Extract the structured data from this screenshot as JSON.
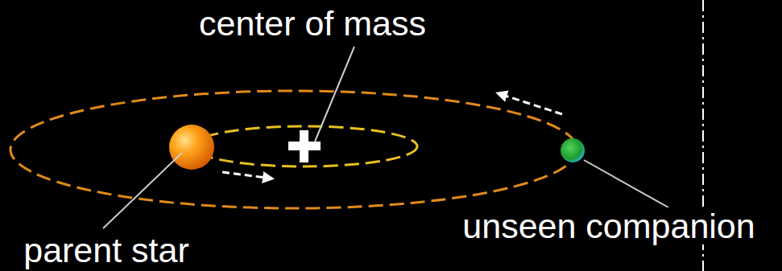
{
  "diagram": {
    "labels": [
      "center of mass",
      "parent star",
      "unseen companion"
    ]
  }
}
